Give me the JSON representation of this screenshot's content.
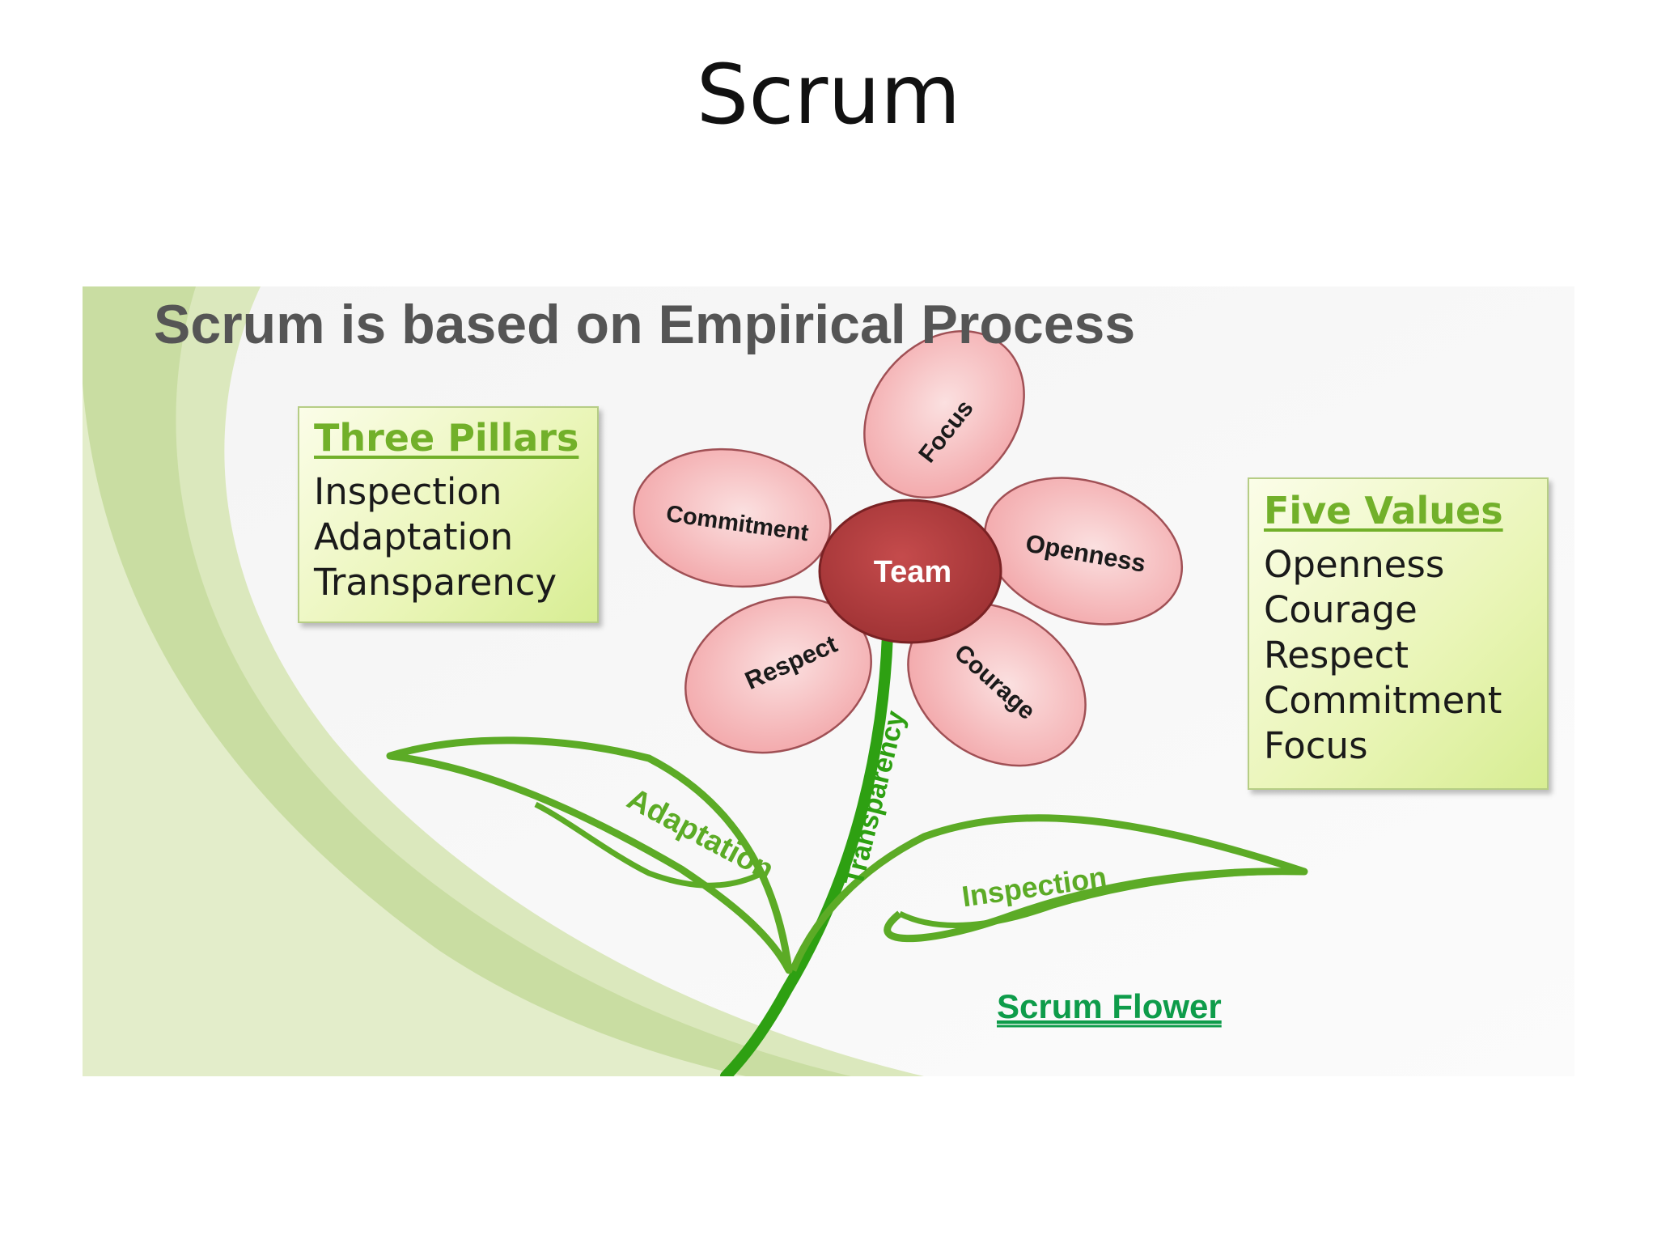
{
  "slide_title": "Scrum",
  "diagram": {
    "heading": "Scrum is based on Empirical Process",
    "pillars_box": {
      "heading": "Three Pillars",
      "items": [
        "Inspection",
        "Adaptation",
        "Transparency"
      ]
    },
    "values_box": {
      "heading": "Five Values",
      "items": [
        "Openness",
        "Courage",
        "Respect",
        "Commitment",
        "Focus"
      ]
    },
    "flower": {
      "center": "Team",
      "petals": [
        "Focus",
        "Commitment",
        "Openness",
        "Respect",
        "Courage"
      ],
      "stem": "Transparency",
      "left_leaf": "Adaptation",
      "right_leaf": "Inspection",
      "caption": "Scrum Flower"
    },
    "colors": {
      "petal_fill": "#f7b7b8",
      "petal_stroke": "#a05055",
      "center_fill": "#b13b3c",
      "stem_green": "#2ea012",
      "leaf_green": "#5cab26",
      "heading_gray": "#555555",
      "caption_green": "#0e9c4a",
      "box_heading_green": "#72b02a"
    }
  }
}
